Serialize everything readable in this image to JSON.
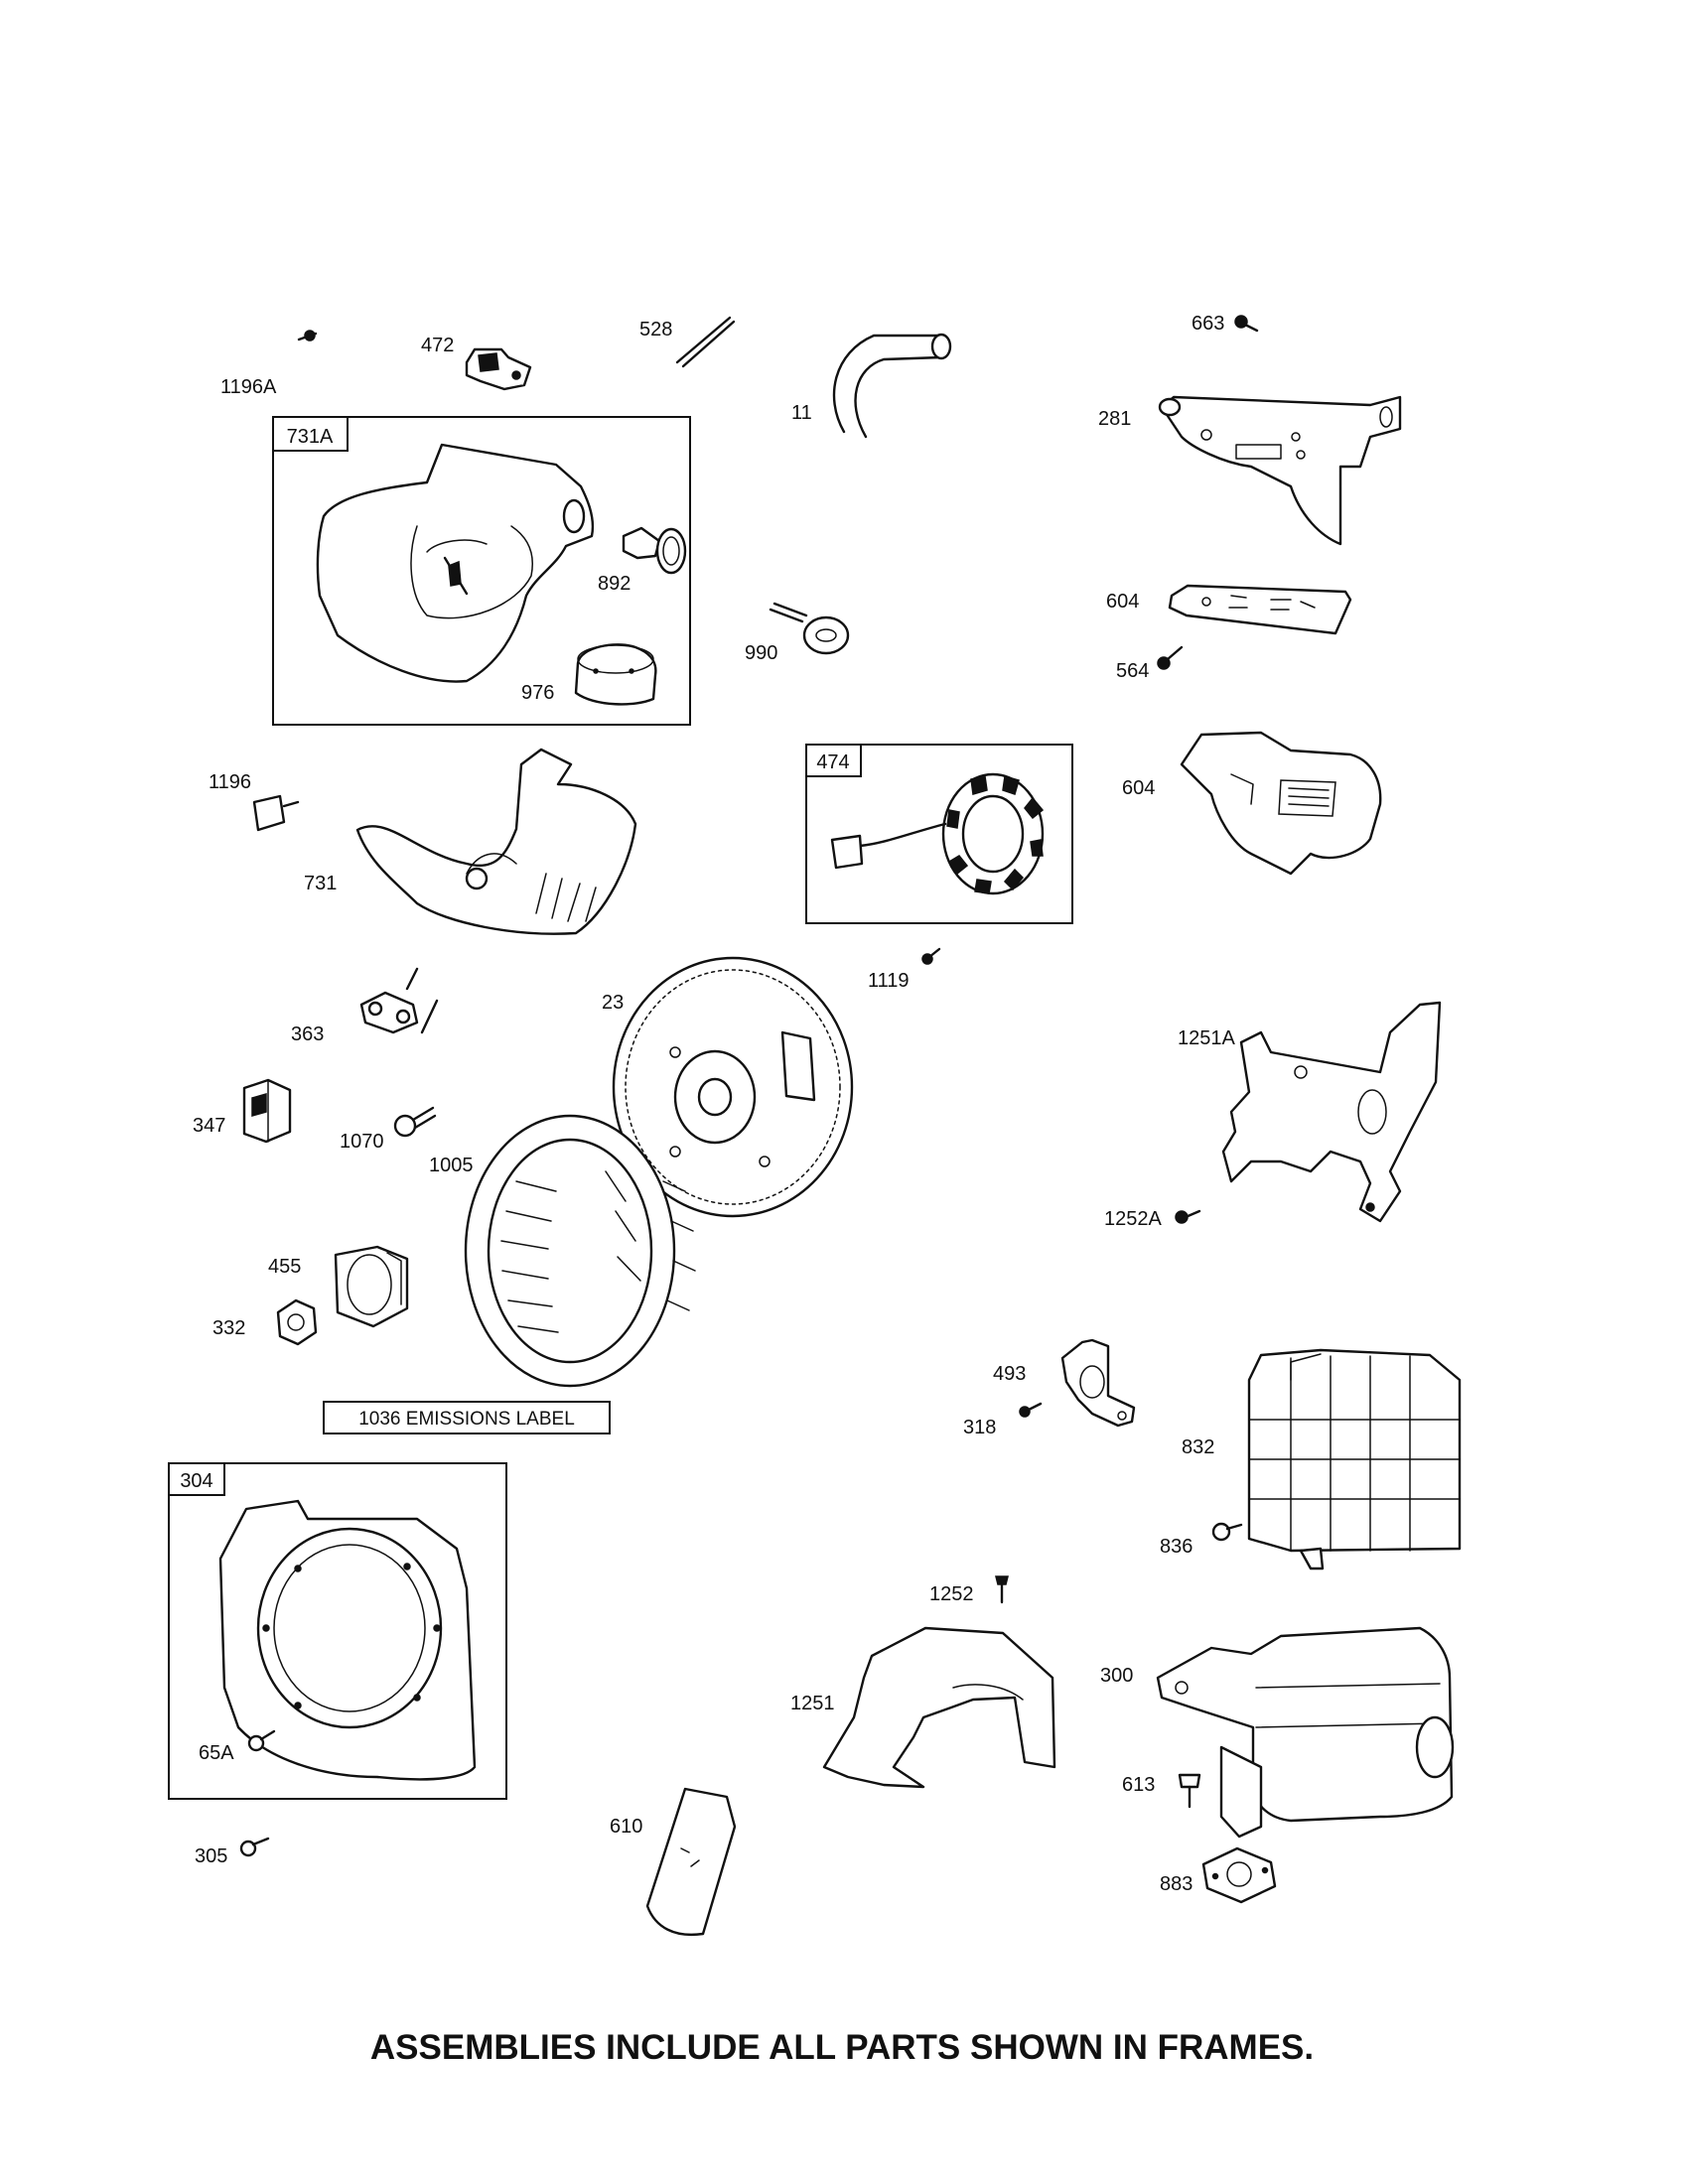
{
  "callouts": {
    "c1196a": "1196A",
    "c472": "472",
    "c528": "528",
    "c11": "11",
    "c663": "663",
    "c281": "281",
    "c892": "892",
    "c976": "976",
    "c990": "990",
    "c604a": "604",
    "c564": "564",
    "c1196": "1196",
    "c731": "731",
    "c604b": "604",
    "c1119": "1119",
    "c363": "363",
    "c23": "23",
    "c1251a": "1251A",
    "c347": "347",
    "c1070": "1070",
    "c1005": "1005",
    "c1252a": "1252A",
    "c455": "455",
    "c332": "332",
    "c493": "493",
    "c318": "318",
    "c832": "832",
    "c836": "836",
    "c1252": "1252",
    "c300": "300",
    "c1251": "1251",
    "c613": "613",
    "c65a": "65A",
    "c305": "305",
    "c610": "610",
    "c883": "883"
  },
  "frames": {
    "f731a": "731A",
    "f474": "474",
    "f304": "304"
  },
  "emissions_label": "1036 EMISSIONS LABEL",
  "footer_note": "ASSEMBLIES INCLUDE ALL PARTS SHOWN IN FRAMES."
}
